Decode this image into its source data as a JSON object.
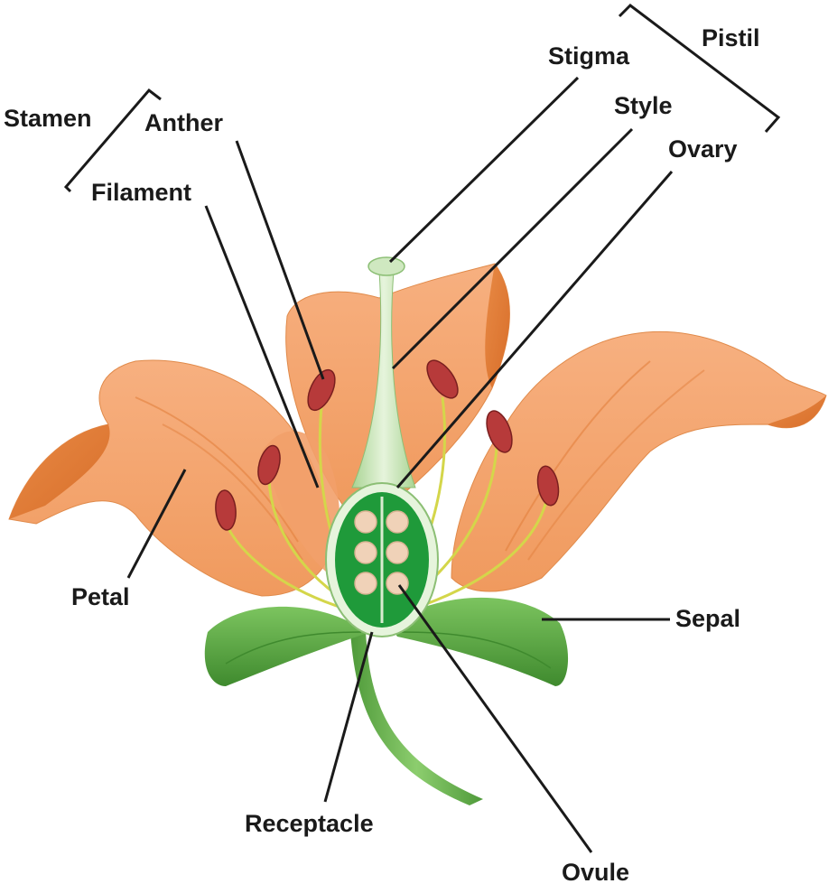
{
  "labels": {
    "stamen": "Stamen",
    "anther": "Anther",
    "filament": "Filament",
    "stigma": "Stigma",
    "pistil": "Pistil",
    "style": "Style",
    "ovary": "Ovary",
    "petal": "Petal",
    "sepal": "Sepal",
    "receptacle": "Receptacle",
    "ovule": "Ovule"
  },
  "colors": {
    "petal_light": "#f5a56c",
    "petal_dark": "#e07a33",
    "petal_vein": "#d96a2a",
    "sepal": "#5fae45",
    "sepal_dark": "#3f8a2e",
    "stem": "#6cb552",
    "pistil_pale": "#c9e6b8",
    "ovary_green": "#1f9a3a",
    "ovule": "#f0d2b8",
    "anther": "#b73a3a",
    "filament": "#d8d94a",
    "leader_line": "#1a1a1a"
  }
}
